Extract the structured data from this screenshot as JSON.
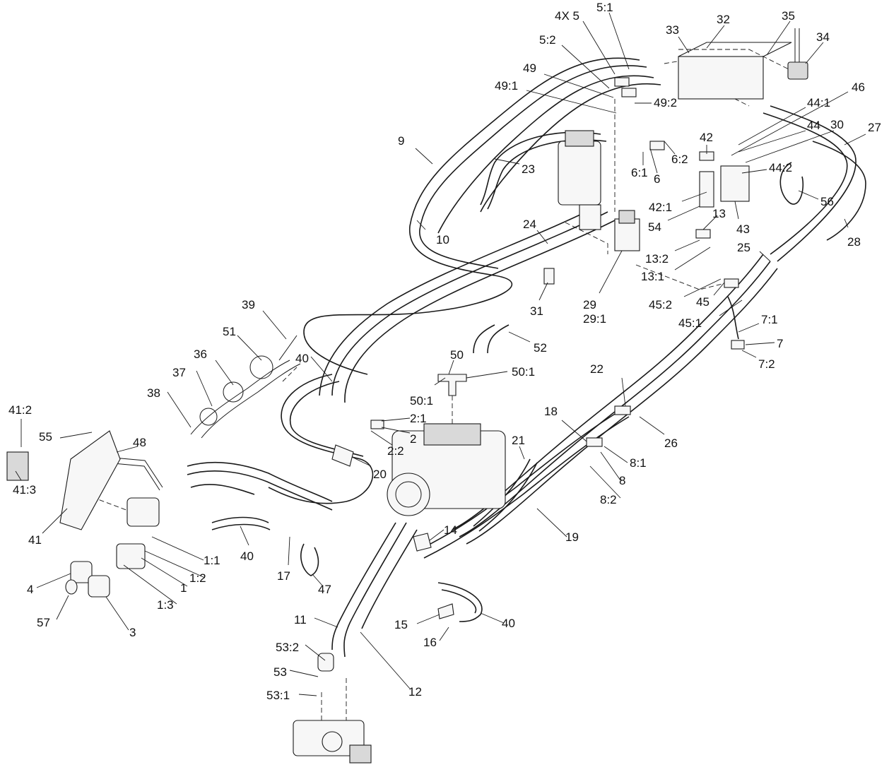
{
  "callouts": [
    {
      "id": "c-4x5",
      "text": "4X 5"
    },
    {
      "id": "c-5-1",
      "text": "5:1"
    },
    {
      "id": "c-5-2",
      "text": "5:2"
    },
    {
      "id": "c-33",
      "text": "33"
    },
    {
      "id": "c-32",
      "text": "32"
    },
    {
      "id": "c-35",
      "text": "35"
    },
    {
      "id": "c-34",
      "text": "34"
    },
    {
      "id": "c-49",
      "text": "49"
    },
    {
      "id": "c-49-1",
      "text": "49:1"
    },
    {
      "id": "c-49-2",
      "text": "49:2"
    },
    {
      "id": "c-46",
      "text": "46"
    },
    {
      "id": "c-44-1",
      "text": "44:1"
    },
    {
      "id": "c-44",
      "text": "44"
    },
    {
      "id": "c-30",
      "text": "30"
    },
    {
      "id": "c-27",
      "text": "27"
    },
    {
      "id": "c-9",
      "text": "9"
    },
    {
      "id": "c-23",
      "text": "23"
    },
    {
      "id": "c-42",
      "text": "42"
    },
    {
      "id": "c-6",
      "text": "6"
    },
    {
      "id": "c-6-2",
      "text": "6:2"
    },
    {
      "id": "c-6-1",
      "text": "6:1"
    },
    {
      "id": "c-44-2",
      "text": "44:2"
    },
    {
      "id": "c-56",
      "text": "56"
    },
    {
      "id": "c-42-1",
      "text": "42:1"
    },
    {
      "id": "c-13",
      "text": "13"
    },
    {
      "id": "c-10",
      "text": "10"
    },
    {
      "id": "c-24",
      "text": "24"
    },
    {
      "id": "c-54",
      "text": "54"
    },
    {
      "id": "c-43",
      "text": "43"
    },
    {
      "id": "c-28",
      "text": "28"
    },
    {
      "id": "c-13-2",
      "text": "13:2"
    },
    {
      "id": "c-25",
      "text": "25"
    },
    {
      "id": "c-13-1",
      "text": "13:1"
    },
    {
      "id": "c-39",
      "text": "39"
    },
    {
      "id": "c-29",
      "text": "29"
    },
    {
      "id": "c-45-2",
      "text": "45:2"
    },
    {
      "id": "c-45",
      "text": "45"
    },
    {
      "id": "c-31",
      "text": "31"
    },
    {
      "id": "c-29-1",
      "text": "29:1"
    },
    {
      "id": "c-45-1",
      "text": "45:1"
    },
    {
      "id": "c-7-1",
      "text": "7:1"
    },
    {
      "id": "c-51",
      "text": "51"
    },
    {
      "id": "c-7",
      "text": "7"
    },
    {
      "id": "c-52",
      "text": "52"
    },
    {
      "id": "c-7-2",
      "text": "7:2"
    },
    {
      "id": "c-36",
      "text": "36"
    },
    {
      "id": "c-40a",
      "text": "40"
    },
    {
      "id": "c-50",
      "text": "50"
    },
    {
      "id": "c-37",
      "text": "37"
    },
    {
      "id": "c-50-1a",
      "text": "50:1"
    },
    {
      "id": "c-22",
      "text": "22"
    },
    {
      "id": "c-38",
      "text": "38"
    },
    {
      "id": "c-50-1b",
      "text": "50:1"
    },
    {
      "id": "c-2-1",
      "text": "2:1"
    },
    {
      "id": "c-18",
      "text": "18"
    },
    {
      "id": "c-41-2",
      "text": "41:2"
    },
    {
      "id": "c-2",
      "text": "2"
    },
    {
      "id": "c-26",
      "text": "26"
    },
    {
      "id": "c-55",
      "text": "55"
    },
    {
      "id": "c-2-2",
      "text": "2:2"
    },
    {
      "id": "c-21",
      "text": "21"
    },
    {
      "id": "c-48",
      "text": "48"
    },
    {
      "id": "c-8-1",
      "text": "8:1"
    },
    {
      "id": "c-20",
      "text": "20"
    },
    {
      "id": "c-8",
      "text": "8"
    },
    {
      "id": "c-41-3",
      "text": "41:3"
    },
    {
      "id": "c-8-2",
      "text": "8:2"
    },
    {
      "id": "c-14",
      "text": "14"
    },
    {
      "id": "c-41",
      "text": "41"
    },
    {
      "id": "c-40b",
      "text": "40"
    },
    {
      "id": "c-19",
      "text": "19"
    },
    {
      "id": "c-1-1",
      "text": "1:1"
    },
    {
      "id": "c-1-2",
      "text": "1:2"
    },
    {
      "id": "c-17",
      "text": "17"
    },
    {
      "id": "c-4",
      "text": "4"
    },
    {
      "id": "c-1",
      "text": "1"
    },
    {
      "id": "c-47",
      "text": "47"
    },
    {
      "id": "c-1-3",
      "text": "1:3"
    },
    {
      "id": "c-57",
      "text": "57"
    },
    {
      "id": "c-3",
      "text": "3"
    },
    {
      "id": "c-11",
      "text": "11"
    },
    {
      "id": "c-40c",
      "text": "40"
    },
    {
      "id": "c-15",
      "text": "15"
    },
    {
      "id": "c-16",
      "text": "16"
    },
    {
      "id": "c-53-2",
      "text": "53:2"
    },
    {
      "id": "c-53",
      "text": "53"
    },
    {
      "id": "c-12",
      "text": "12"
    },
    {
      "id": "c-53-1",
      "text": "53:1"
    }
  ]
}
